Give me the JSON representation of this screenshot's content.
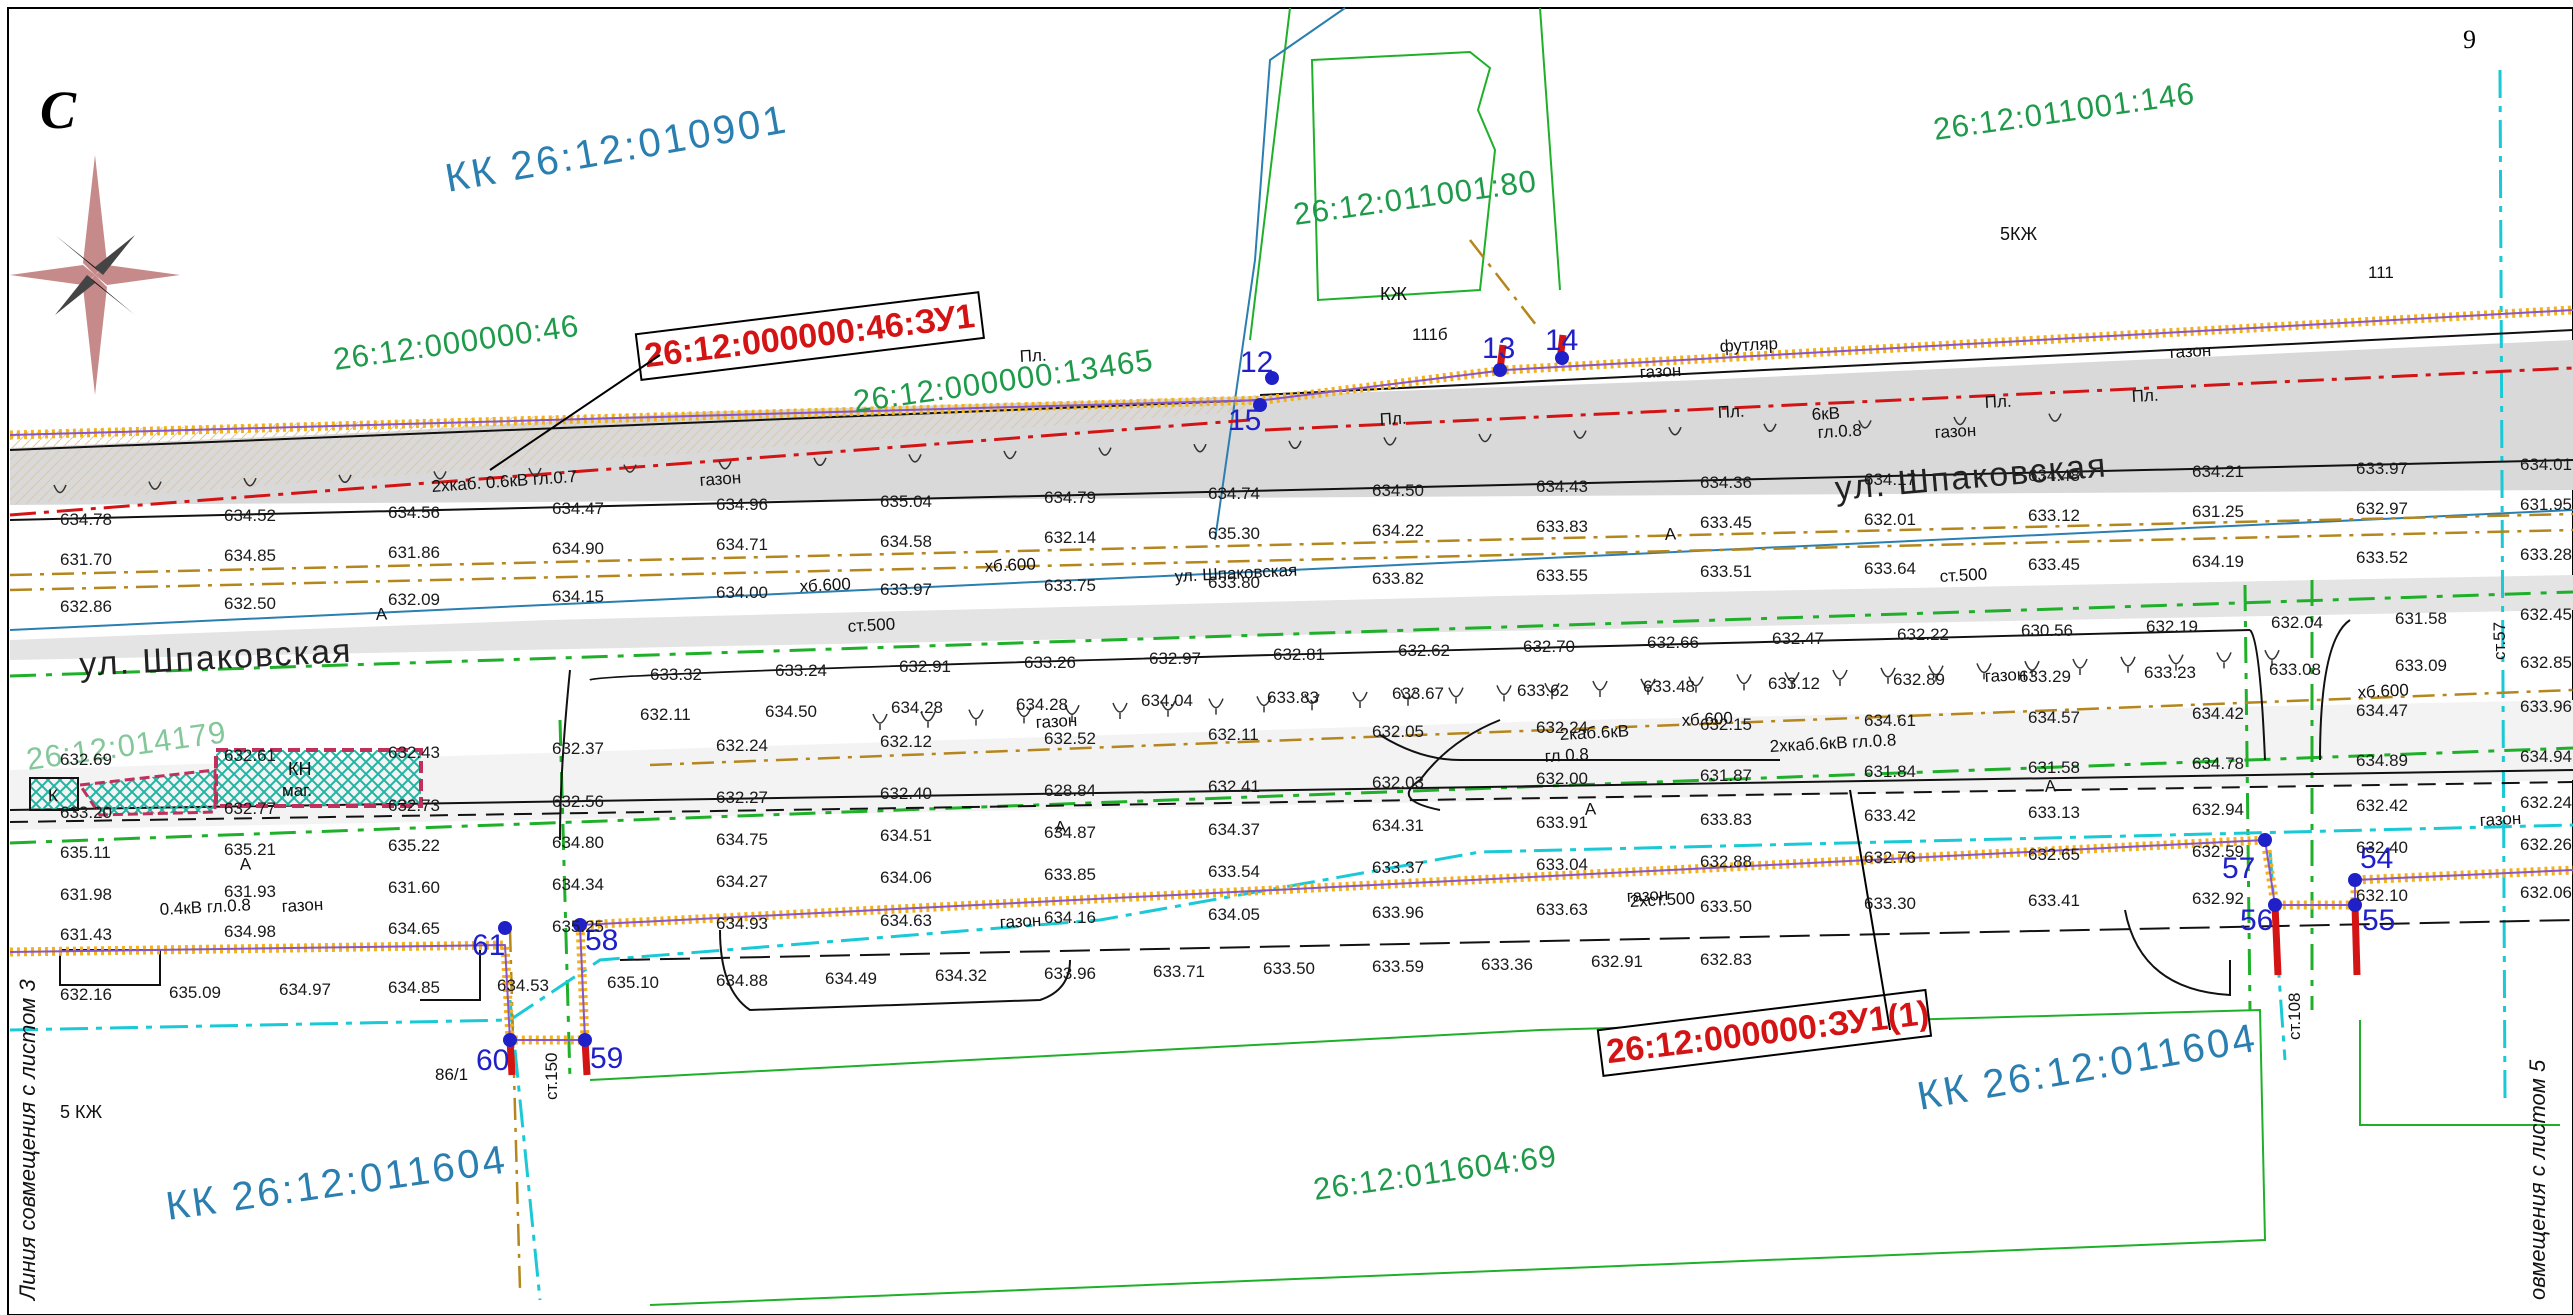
{
  "page": {
    "number": "9",
    "north_letter": "С"
  },
  "cadastral_quarters": [
    {
      "id": "kk-010901",
      "text": "КК  26:12:010901"
    },
    {
      "id": "kk-011604-left",
      "text": "КК  26:12:011604"
    },
    {
      "id": "kk-011604-right",
      "text": "КК  26:12:011604"
    }
  ],
  "parcels": [
    {
      "id": "p46",
      "text": "26:12:000000:46"
    },
    {
      "id": "p13465",
      "text": "26:12:000000:13465"
    },
    {
      "id": "p80",
      "text": "26:12:011001:80"
    },
    {
      "id": "p146",
      "text": "26:12:011001:146"
    },
    {
      "id": "p69",
      "text": "26:12:011604:69"
    },
    {
      "id": "p179",
      "text": "26:12:014179"
    }
  ],
  "formed_parcels": [
    {
      "id": "zu1",
      "text": "26:12:000000:46:ЗУ1"
    },
    {
      "id": "zu1-1",
      "text": "26:12:000000:ЗУ1(1)"
    }
  ],
  "streets": [
    {
      "id": "street-upper",
      "text": "ул. Шпаковская"
    },
    {
      "id": "street-left",
      "text": "ул. Шпаковская"
    },
    {
      "id": "street-small",
      "text": "ул. Шпаковская"
    }
  ],
  "buildings": [
    {
      "id": "kzh",
      "text": "КЖ"
    },
    {
      "id": "b111b",
      "text": "111б"
    },
    {
      "id": "b5kzh-top",
      "text": "5КЖ"
    },
    {
      "id": "b111",
      "text": "111"
    },
    {
      "id": "kn",
      "text": "КН"
    },
    {
      "id": "mag",
      "text": "маг."
    },
    {
      "id": "k",
      "text": "К"
    },
    {
      "id": "b861",
      "text": "86/1"
    },
    {
      "id": "b5kzh-bottom",
      "text": "5 КЖ"
    }
  ],
  "boundary_points": [
    {
      "id": "pt12",
      "text": "12"
    },
    {
      "id": "pt13",
      "text": "13"
    },
    {
      "id": "pt14",
      "text": "14"
    },
    {
      "id": "pt15",
      "text": "15"
    },
    {
      "id": "pt57",
      "text": "57"
    },
    {
      "id": "pt54",
      "text": "54"
    },
    {
      "id": "pt56",
      "text": "56"
    },
    {
      "id": "pt55",
      "text": "55"
    },
    {
      "id": "pt61",
      "text": "61"
    },
    {
      "id": "pt58",
      "text": "58"
    },
    {
      "id": "pt60",
      "text": "60"
    },
    {
      "id": "pt59",
      "text": "59"
    }
  ],
  "utility_labels": [
    {
      "id": "u1",
      "text": "2хкаб. 0.6кВ гл.0.7"
    },
    {
      "id": "u2",
      "text": "газон"
    },
    {
      "id": "u3",
      "text": "хб.600"
    },
    {
      "id": "u4",
      "text": "хб.600"
    },
    {
      "id": "u5",
      "text": "ст.500"
    },
    {
      "id": "u6",
      "text": "ст.500"
    },
    {
      "id": "u7",
      "text": "газон"
    },
    {
      "id": "u8",
      "text": "2каб.6кВ"
    },
    {
      "id": "u9",
      "text": "гл.0.8"
    },
    {
      "id": "u10",
      "text": "хб.600"
    },
    {
      "id": "u11",
      "text": "2хкаб.6кВ гл.0.8"
    },
    {
      "id": "u12",
      "text": "газон"
    },
    {
      "id": "u13",
      "text": "газон"
    },
    {
      "id": "u14",
      "text": "0.4кВ гл.0.8"
    },
    {
      "id": "u15",
      "text": "газон"
    },
    {
      "id": "u16",
      "text": "газон"
    },
    {
      "id": "u17",
      "text": "2хст.500"
    },
    {
      "id": "u18",
      "text": "газон"
    },
    {
      "id": "u19",
      "text": "ст.150"
    },
    {
      "id": "u20",
      "text": "ст.108"
    },
    {
      "id": "u21",
      "text": "Пл."
    },
    {
      "id": "u22",
      "text": "Пл."
    },
    {
      "id": "u23",
      "text": "газон"
    },
    {
      "id": "u24",
      "text": "футляр"
    },
    {
      "id": "u25",
      "text": "газон"
    },
    {
      "id": "u26",
      "text": "Пл."
    },
    {
      "id": "u27",
      "text": "6кВ"
    },
    {
      "id": "u28",
      "text": "гл.0.8"
    },
    {
      "id": "u29",
      "text": "газон"
    },
    {
      "id": "u30",
      "text": "Пл."
    },
    {
      "id": "u31",
      "text": "Пл."
    },
    {
      "id": "u32",
      "text": "хб.600"
    },
    {
      "id": "u33",
      "text": "А"
    },
    {
      "id": "u34",
      "text": "А"
    },
    {
      "id": "u35",
      "text": "А"
    },
    {
      "id": "u36",
      "text": "А"
    },
    {
      "id": "u37",
      "text": "А"
    },
    {
      "id": "u38",
      "text": "А"
    },
    {
      "id": "u39",
      "text": "ст.57"
    }
  ],
  "elevations": [
    "634.78",
    "634.52",
    "634.56",
    "634.47",
    "634.96",
    "635.04",
    "634.79",
    "634.74",
    "634.50",
    "634.43",
    "634.36",
    "634.17",
    "634.48",
    "634.21",
    "633.97",
    "634.01",
    "631.70",
    "634.85",
    "631.86",
    "634.90",
    "634.71",
    "634.58",
    "632.14",
    "635.30",
    "634.22",
    "633.83",
    "633.45",
    "632.01",
    "633.12",
    "631.25",
    "632.97",
    "631.95",
    "632.86",
    "632.50",
    "632.09",
    "634.15",
    "634.00",
    "633.97",
    "633.75",
    "633.80",
    "633.82",
    "633.55",
    "633.51",
    "633.64",
    "633.45",
    "634.19",
    "633.52",
    "633.28",
    "633.32",
    "633.24",
    "632.91",
    "633.26",
    "632.97",
    "632.81",
    "632.62",
    "632.70",
    "632.66",
    "632.47",
    "632.22",
    "630.56",
    "632.19",
    "632.04",
    "631.58",
    "632.45",
    "632.11",
    "634.50",
    "634.28",
    "634.28",
    "634.04",
    "633.83",
    "633.67",
    "633.62",
    "633.48",
    "633.12",
    "632.89",
    "633.29",
    "633.23",
    "633.08",
    "633.09",
    "632.85",
    "632.69",
    "632.61",
    "632.43",
    "632.37",
    "632.24",
    "632.12",
    "632.52",
    "632.11",
    "632.05",
    "632.24",
    "632.15",
    "634.61",
    "634.57",
    "634.42",
    "634.47",
    "633.96",
    "633.20",
    "632.77",
    "632.73",
    "632.56",
    "632.27",
    "632.40",
    "628.84",
    "632.41",
    "632.03",
    "632.00",
    "631.87",
    "631.84",
    "631.58",
    "634.78",
    "634.89",
    "634.94",
    "635.11",
    "635.21",
    "635.22",
    "634.80",
    "634.75",
    "634.51",
    "634.87",
    "634.37",
    "634.31",
    "633.91",
    "633.83",
    "633.42",
    "633.13",
    "632.94",
    "632.42",
    "632.24",
    "631.98",
    "631.93",
    "631.60",
    "634.34",
    "634.27",
    "634.06",
    "633.85",
    "633.54",
    "633.37",
    "633.04",
    "632.88",
    "632.76",
    "632.65",
    "632.59",
    "632.40",
    "632.26",
    "631.43",
    "634.98",
    "634.65",
    "635.25",
    "634.93",
    "634.63",
    "634.16",
    "634.05",
    "633.96",
    "633.63",
    "633.50",
    "633.30",
    "633.41",
    "632.92",
    "632.10",
    "632.06",
    "632.16",
    "635.09",
    "634.97",
    "634.85",
    "634.53",
    "635.10",
    "634.88",
    "634.49",
    "634.32",
    "633.96",
    "633.71",
    "633.50",
    "633.59",
    "633.36",
    "632.91",
    "632.83"
  ],
  "side_labels": {
    "left": "Линия совмещения с листом 3",
    "right": "овмещения с листом 5"
  },
  "colors": {
    "road": "#d9d9d9",
    "red_line": "#d41414",
    "orange_boundary": "#f2b21c",
    "green_line": "#1fb02a",
    "cyan_line": "#19c9d6",
    "brown_line": "#b5861c",
    "parcel_text": "#1f9a4a",
    "kk_text": "#2a7fb0",
    "point_blue": "#2020c8"
  }
}
